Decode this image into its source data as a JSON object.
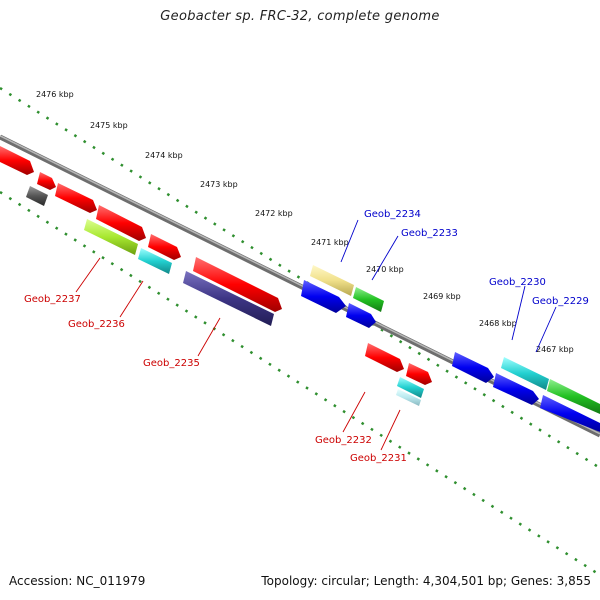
{
  "title": "Geobacter sp. FRC-32, complete genome",
  "footer": {
    "accession": "Accession: NC_011979",
    "summary": "Topology: circular; Length: 4,304,501 bp; Genes: 3,855"
  },
  "kbp_labels": [
    "2476 kbp",
    "2475 kbp",
    "2474 kbp",
    "2473 kbp",
    "2472 kbp",
    "2471 kbp",
    "2470 kbp",
    "2469 kbp",
    "2468 kbp",
    "2467 kbp"
  ],
  "genes": [
    {
      "label": "Geob_2237",
      "strand": "minus",
      "color": "#cc0000"
    },
    {
      "label": "Geob_2236",
      "strand": "minus",
      "color": "#cc0000"
    },
    {
      "label": "Geob_2235",
      "strand": "minus",
      "color": "#cc0000"
    },
    {
      "label": "Geob_2234",
      "strand": "plus",
      "color": "#0000cc"
    },
    {
      "label": "Geob_2233",
      "strand": "plus",
      "color": "#0000cc"
    },
    {
      "label": "Geob_2232",
      "strand": "minus",
      "color": "#cc0000"
    },
    {
      "label": "Geob_2231",
      "strand": "minus",
      "color": "#cc0000"
    },
    {
      "label": "Geob_2230",
      "strand": "plus",
      "color": "#0000cc"
    },
    {
      "label": "Geob_2229",
      "strand": "plus",
      "color": "#0000cc"
    }
  ],
  "colors": {
    "backbone": "#8a8a8a",
    "dots": "#2f8f2f",
    "red": "#ff0000",
    "blue": "#0000ff",
    "green": "#22c022",
    "cyan": "#22d0d0",
    "purple": "#3d3585",
    "yellowgreen": "#a8e830",
    "khaki": "#f0e08a",
    "gray": "#555555"
  }
}
